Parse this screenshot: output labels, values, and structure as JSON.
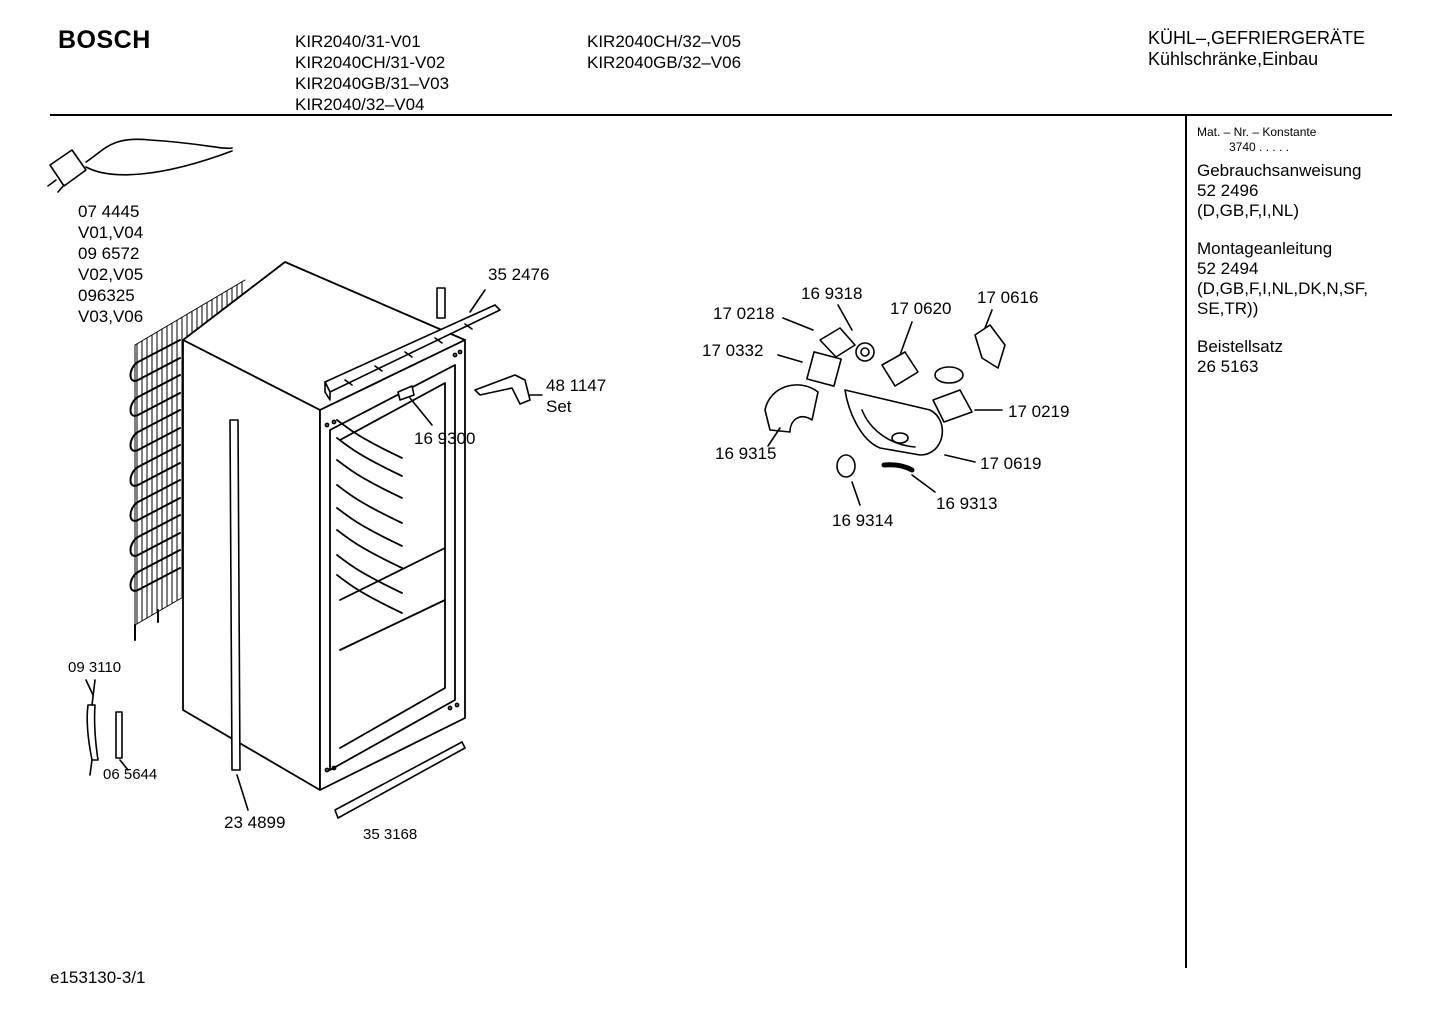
{
  "header": {
    "brand": "BOSCH",
    "models_col1": [
      "KIR2040/31-V01",
      "KIR2040CH/31-V02",
      "KIR2040GB/31–V03",
      "KIR2040/32–V04"
    ],
    "models_col2": [
      "KIR2040CH/32–V05",
      "KIR2040GB/32–V06"
    ],
    "category": [
      "KÜHL–,GEFRIERGERÄTE",
      "Kühlschränke,Einbau"
    ]
  },
  "sidebar": {
    "mat_label": "Mat. – Nr. – Konstante",
    "mat_value": "3740  .  .  .  .  .",
    "manual_title": "Gebrauchsanweisung",
    "manual_number": "52 2496",
    "manual_langs": "(D,GB,F,I,NL)",
    "mount_title": "Montageanleitung",
    "mount_number": "52 2494",
    "mount_langs_1": "(D,GB,F,I,NL,DK,N,SF,",
    "mount_langs_2": "SE,TR))",
    "kit_title": "Beistellsatz",
    "kit_number": "26 5163"
  },
  "cable_labels": [
    "07 4445",
    "V01,V04",
    "09 6572",
    "V02,V05",
    "096325",
    "V03,V06"
  ],
  "parts": {
    "p352476": "35 2476",
    "p481147": "48 1147",
    "p481147_note": "Set",
    "p169300": "16 9300",
    "p093110": "09 3110",
    "p065644": "06 5644",
    "p234899": "23 4899",
    "p353168": "35 3168",
    "p170218": "17 0218",
    "p169318": "16 9318",
    "p170620": "17 0620",
    "p170616": "17 0616",
    "p170332": "17 0332",
    "p170219": "17 0219",
    "p169315": "16 9315",
    "p170619": "17 0619",
    "p169313": "16 9313",
    "p169314": "16 9314"
  },
  "footer": {
    "code": "e153130-3/1"
  }
}
